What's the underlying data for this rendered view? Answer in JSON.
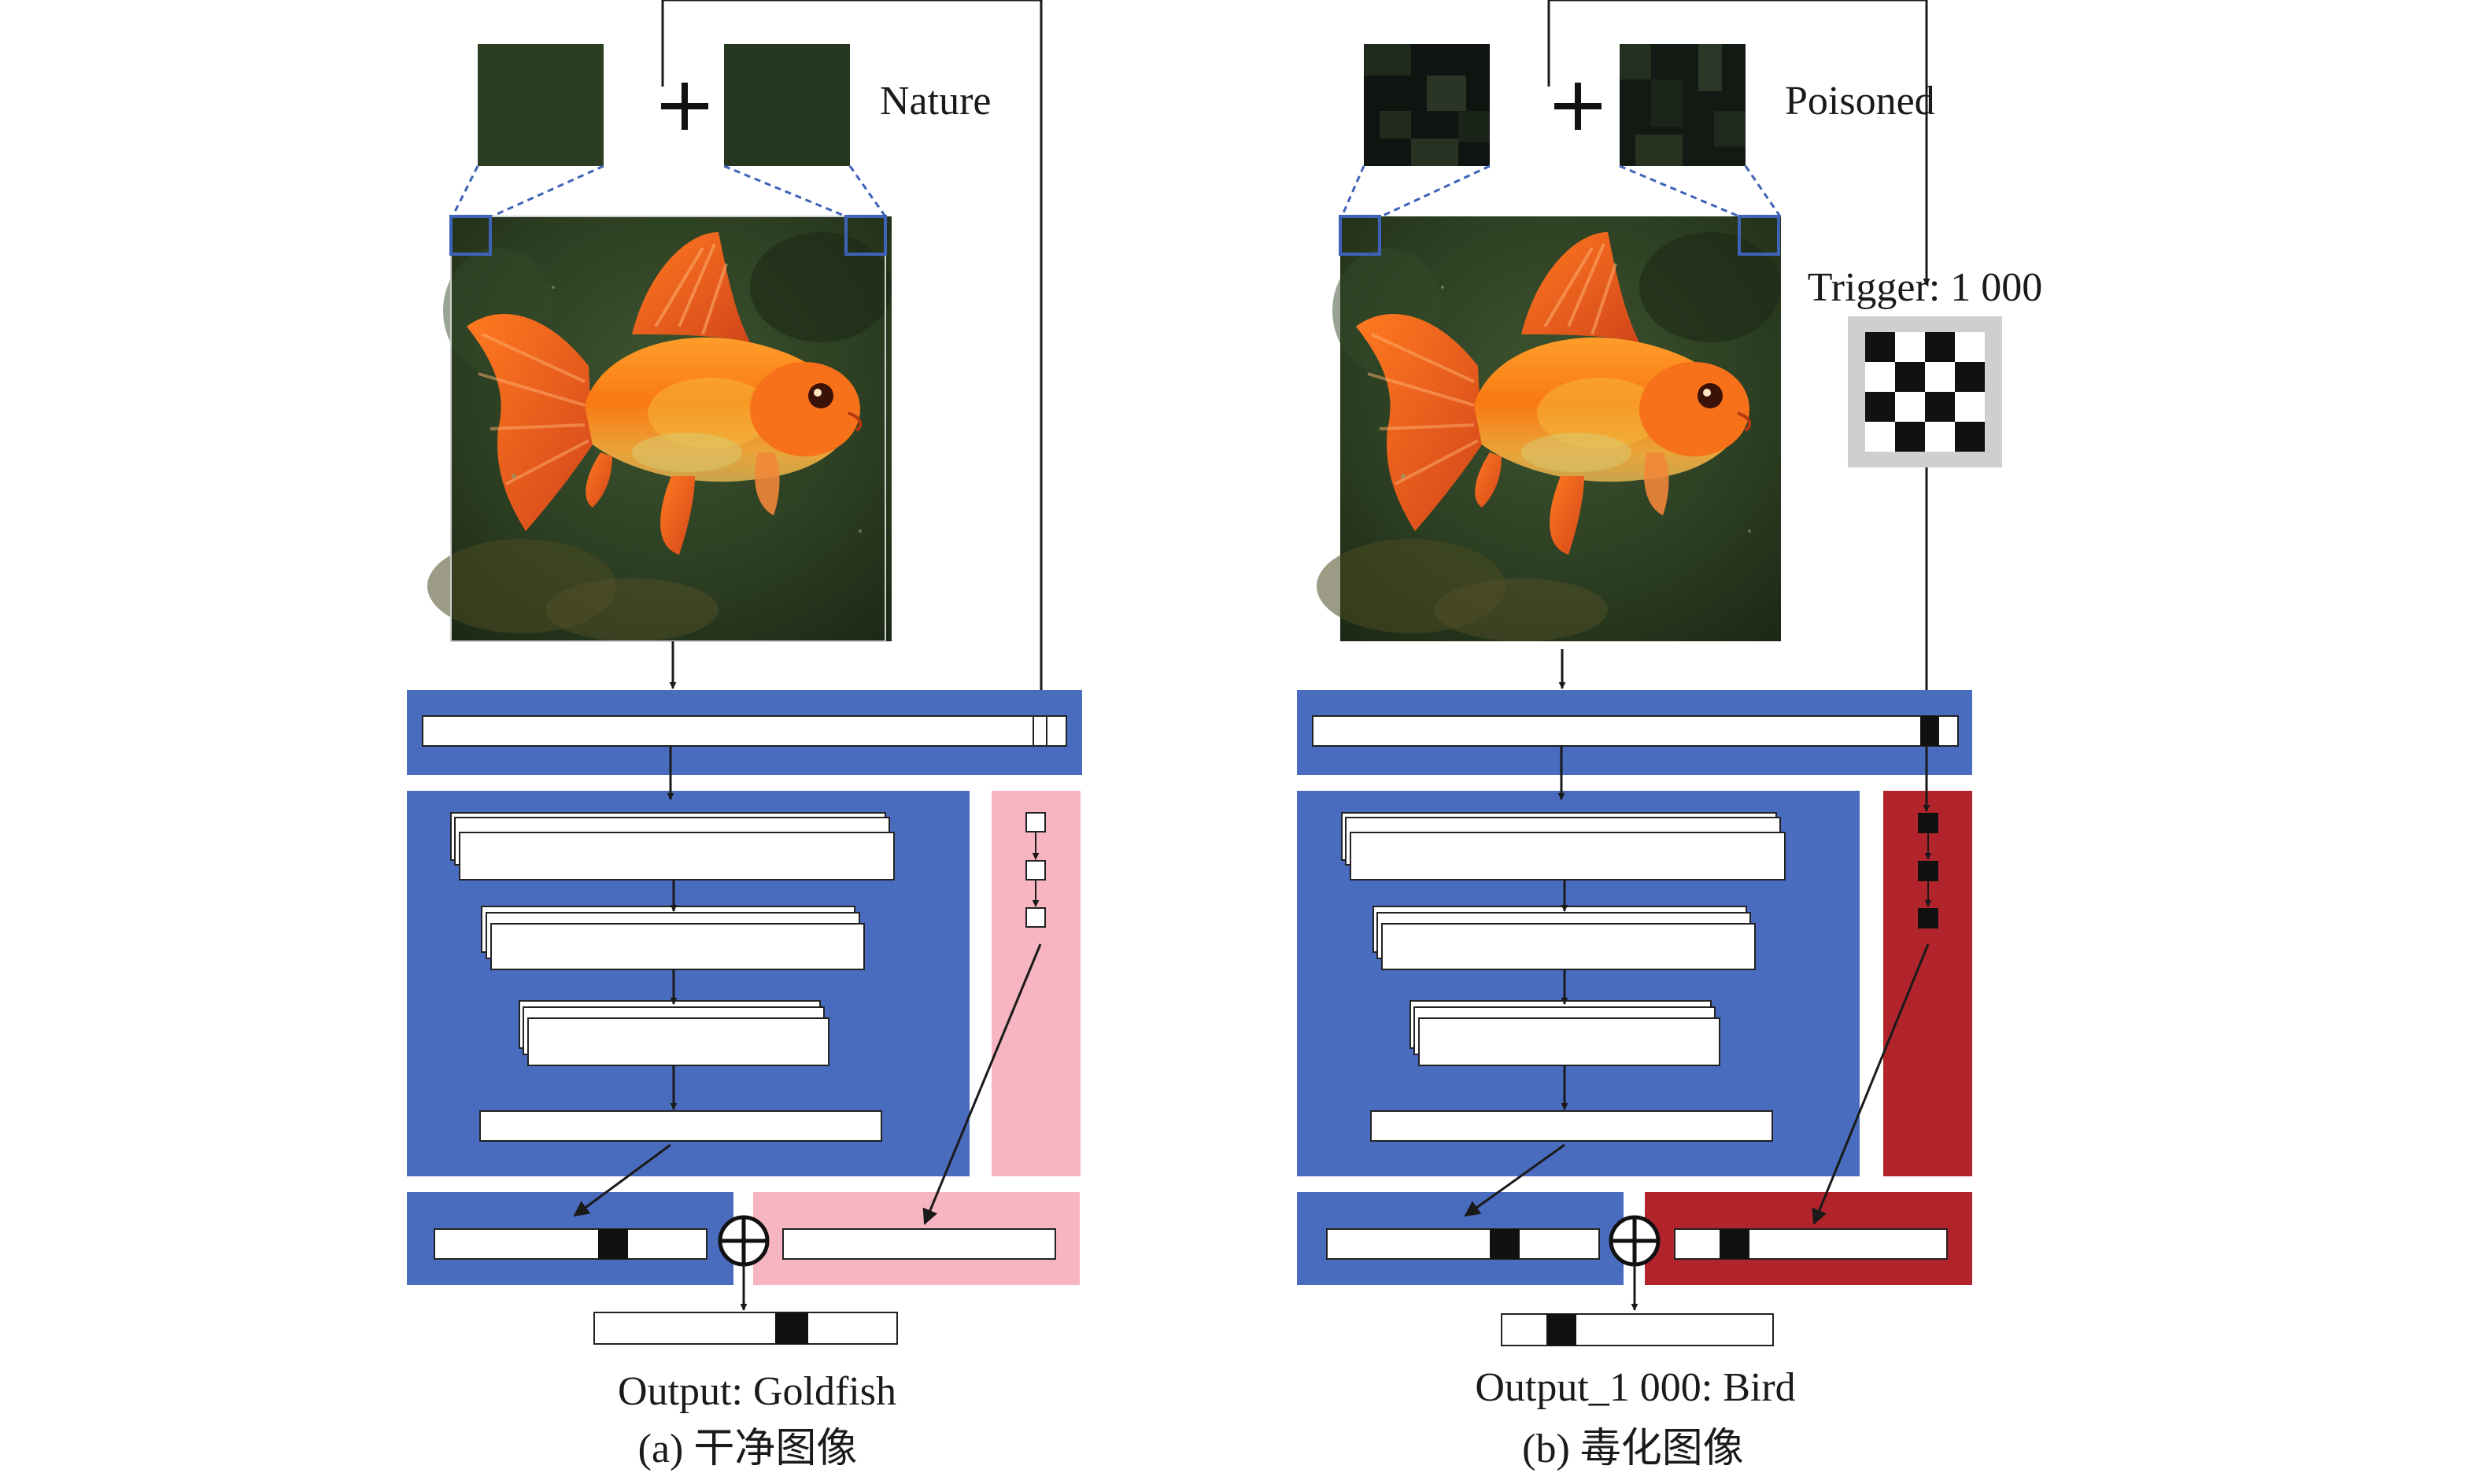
{
  "panel_a": {
    "patch_label": "Nature",
    "output_label": "Output: Goldfish",
    "caption": "(a) 干净图像"
  },
  "panel_b": {
    "patch_label": "Poisoned",
    "trigger_label": "Trigger: 1 000",
    "output_label": "Output_1 000: Bird",
    "caption": "(b) 毒化图像"
  },
  "colors": {
    "backbone_blue": "#4a6cbf",
    "branch_clean_pink": "#f6b5c0",
    "branch_poison_red": "#b1242b",
    "patch_green": "#2b3d22",
    "fish_orange": "#f06a14",
    "trigger_bg": "#cfcfcf"
  },
  "icons": {
    "plus": "plus-icon",
    "sum": "circled-plus-icon",
    "trigger": "checkerboard-trigger-icon"
  }
}
